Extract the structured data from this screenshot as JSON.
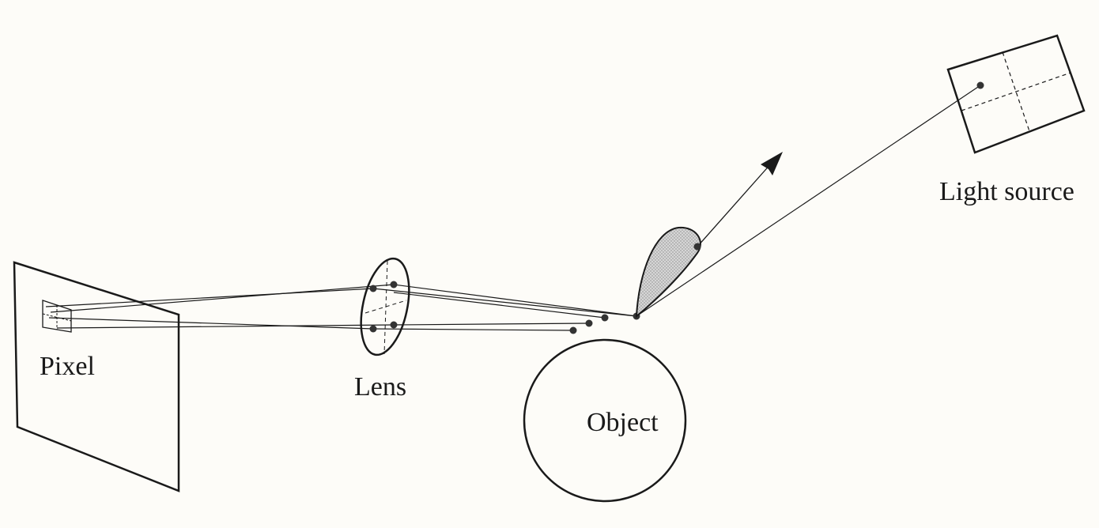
{
  "labels": {
    "pixel": "Pixel",
    "lens": "Lens",
    "object": "Object",
    "light_source": "Light source"
  },
  "colors": {
    "background": "#fdfcf8",
    "ink": "#1a1a1a",
    "lobe_fill": "#c9c9c9"
  }
}
